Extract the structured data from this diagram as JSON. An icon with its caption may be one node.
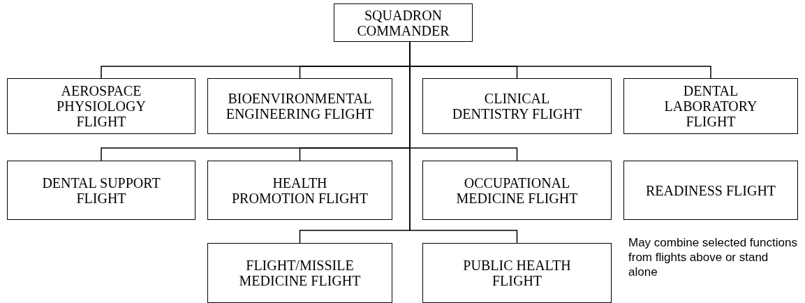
{
  "diagram": {
    "nodes": [
      {
        "text": [
          "SQUADRON COMMANDER"
        ]
      },
      {
        "text": [
          "AEROSPACE PHYSIOLOGY FLIGHT"
        ]
      },
      {
        "text": [
          "BIOENVIRONMENTAL ENGINEERING FLIGHT"
        ]
      },
      {
        "text": [
          "CLINICAL DENTISTRY FLIGHT"
        ]
      },
      {
        "text": [
          "DENTAL LABORATORY FLIGHT"
        ]
      },
      {
        "text": [
          "DENTAL SUPPORT FLIGHT"
        ]
      },
      {
        "text": [
          "HEALTH PROMOTION FLIGHT"
        ]
      },
      {
        "text": [
          "OCCUPATIONAL MEDICINE FLIGHT"
        ]
      },
      {
        "text": [
          "READINESS FLIGHT"
        ],
        "beside": [
          "May combine selected functions from flights above or stand alone"
        ]
      },
      {
        "text": [
          "FLIGHT/MISSILE MEDICINE FLIGHT"
        ]
      },
      {
        "text": [
          "PUBLIC HEALTH FLIGHT"
        ]
      }
    ],
    "edges": [
      {
        "from": 0,
        "to": 1,
        "arrow": "none"
      },
      {
        "from": 0,
        "to": 2,
        "arrow": "none"
      },
      {
        "from": 0,
        "to": 3,
        "arrow": "none"
      },
      {
        "from": 0,
        "to": 4,
        "arrow": "none"
      },
      {
        "from": 0,
        "to": 5,
        "arrow": "none"
      },
      {
        "from": 0,
        "to": 6,
        "arrow": "none"
      },
      {
        "from": 0,
        "to": 7,
        "arrow": "none"
      },
      {
        "from": 0,
        "to": 9,
        "arrow": "none"
      },
      {
        "from": 0,
        "to": 10,
        "arrow": "none"
      }
    ]
  }
}
